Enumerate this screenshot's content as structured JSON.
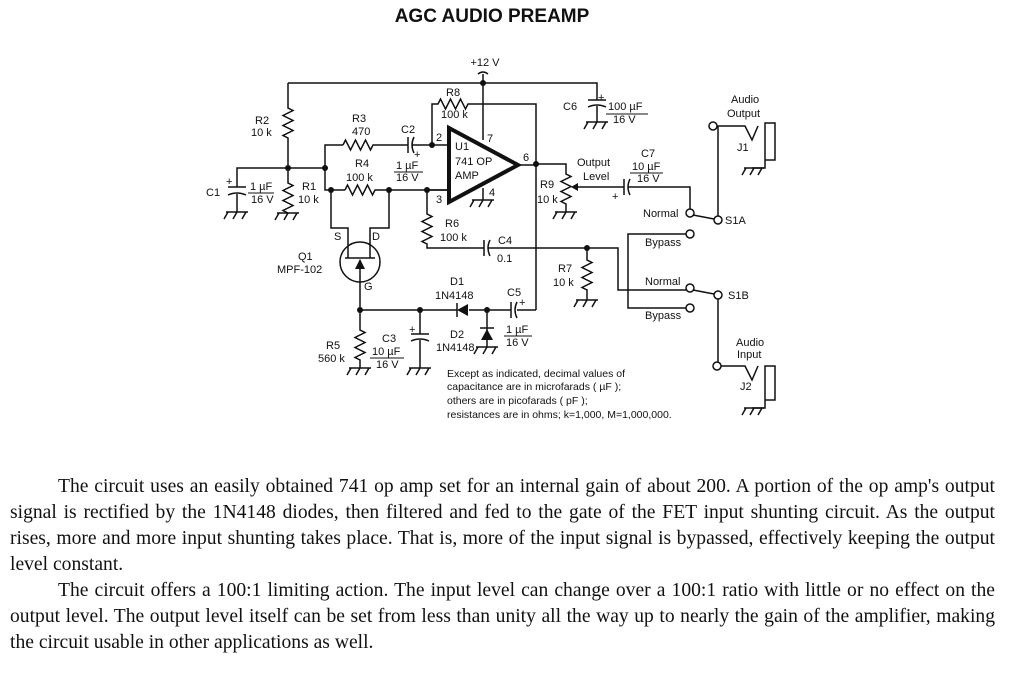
{
  "title": "AGC AUDIO PREAMP",
  "supply": "+12 V",
  "components": {
    "r1": {
      "ref": "R1",
      "value": "10 k"
    },
    "r2": {
      "ref": "R2",
      "value": "10 k"
    },
    "r3": {
      "ref": "R3",
      "value": "470"
    },
    "r4": {
      "ref": "R4",
      "value": "100 k"
    },
    "r5": {
      "ref": "R5",
      "value": "560 k"
    },
    "r6": {
      "ref": "R6",
      "value": "100 k"
    },
    "r7": {
      "ref": "R7",
      "value": "10 k"
    },
    "r8": {
      "ref": "R8",
      "value": "100 k"
    },
    "r9": {
      "ref": "R9",
      "value": "10 k",
      "function": "Output",
      "function2": "Level"
    },
    "c1": {
      "ref": "C1",
      "value": "1 µF",
      "voltage": "16 V"
    },
    "c2": {
      "ref": "C2",
      "value": "1 µF",
      "voltage": "16 V"
    },
    "c3": {
      "ref": "C3",
      "value": "10 µF",
      "voltage": "16 V"
    },
    "c4": {
      "ref": "C4",
      "value": "0.1"
    },
    "c5": {
      "ref": "C5",
      "value": "1 µF",
      "voltage": "16 V"
    },
    "c6": {
      "ref": "C6",
      "value": "100 µF",
      "voltage": "16 V"
    },
    "c7": {
      "ref": "C7",
      "value": "10 µF",
      "voltage": "16 V"
    },
    "d1": {
      "ref": "D1",
      "part": "1N4148"
    },
    "d2": {
      "ref": "D2",
      "part": "1N4148"
    },
    "q1": {
      "ref": "Q1",
      "part": "MPF-102",
      "source": "S",
      "drain": "D",
      "gate": "G"
    },
    "u1": {
      "ref": "U1",
      "line1": "741 OP",
      "line2": "AMP",
      "pins": {
        "p2": "2",
        "p3": "3",
        "p4": "4",
        "p6": "6",
        "p7": "7"
      }
    },
    "s1a": {
      "ref": "S1A",
      "normal": "Normal",
      "bypass": "Bypass"
    },
    "s1b": {
      "ref": "S1B",
      "normal": "Normal",
      "bypass": "Bypass"
    },
    "j1": {
      "ref": "J1",
      "label1": "Audio",
      "label2": "Output"
    },
    "j2": {
      "ref": "J2",
      "label1": "Audio",
      "label2": "Input"
    }
  },
  "polarity": "+",
  "notes": [
    "Except as indicated, decimal values of",
    "capacitance are in microfarads ( µF );",
    "others are in picofarads ( pF );",
    "resistances are in ohms; k=1,000, M=1,000,000."
  ],
  "description": [
    "The circuit uses an easily obtained 741 op amp set for an internal gain of about 200. A portion of the op amp's output signal is rectified by the 1N4148 diodes, then filtered and fed to the gate of the FET input shunting circuit. As the output rises, more and more input shunting takes place. That is, more of the input signal is bypassed, effectively keeping the output level constant.",
    "The circuit offers a 100:1 limiting action. The input level can change over a 100:1 ratio with little or no effect on the output level. The output level itself can be set from less than unity all the way up to nearly the gain of the amplifier, making the circuit usable in other applications as well."
  ]
}
